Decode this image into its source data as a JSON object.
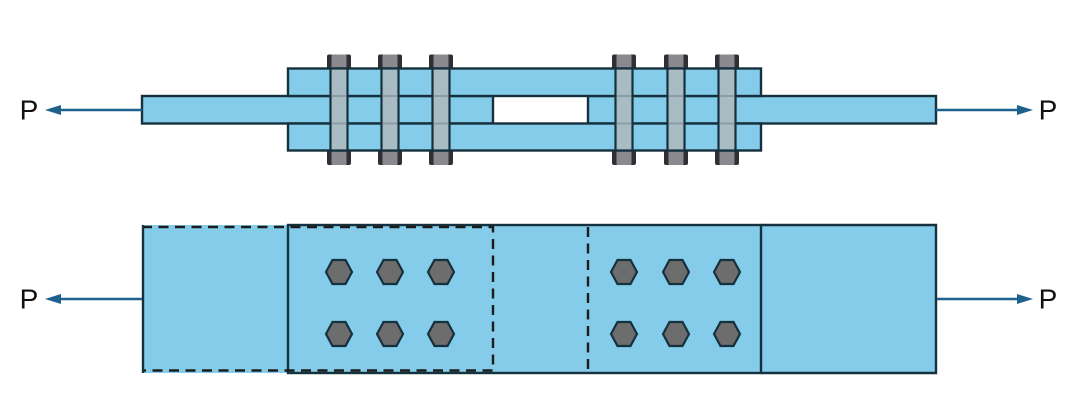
{
  "diagram": {
    "kind": "bolted-splice-connection",
    "force_labels": {
      "elevation_left": "P",
      "elevation_right": "P",
      "plan_left": "P",
      "plan_right": "P"
    },
    "views": {
      "elevation": {
        "bolt_columns_left_group": 3,
        "bolt_columns_right_group": 3,
        "plate_layers": 3
      },
      "plan": {
        "hex_bolts_left_group": 6,
        "hex_bolts_right_group": 6,
        "bolt_rows": 2,
        "bolt_columns_per_group": 3,
        "hidden_edge_lines": 2
      }
    },
    "colors": {
      "plate_fill": "#85CBEA",
      "plate_outline": "#16313E",
      "bolt_shaft_fill": "#A9BBC3",
      "bolt_joint_line": "#8C9CA4",
      "bolt_head_dark": "#2D3034",
      "bolt_head_gray": "#8A8A8E",
      "hex_bolt_fill": "#6D6D6D",
      "arrow_color": "#1F618D",
      "dash_color": "#1C1C1C",
      "label_color": "#111111",
      "background": "#FFFFFF"
    }
  }
}
